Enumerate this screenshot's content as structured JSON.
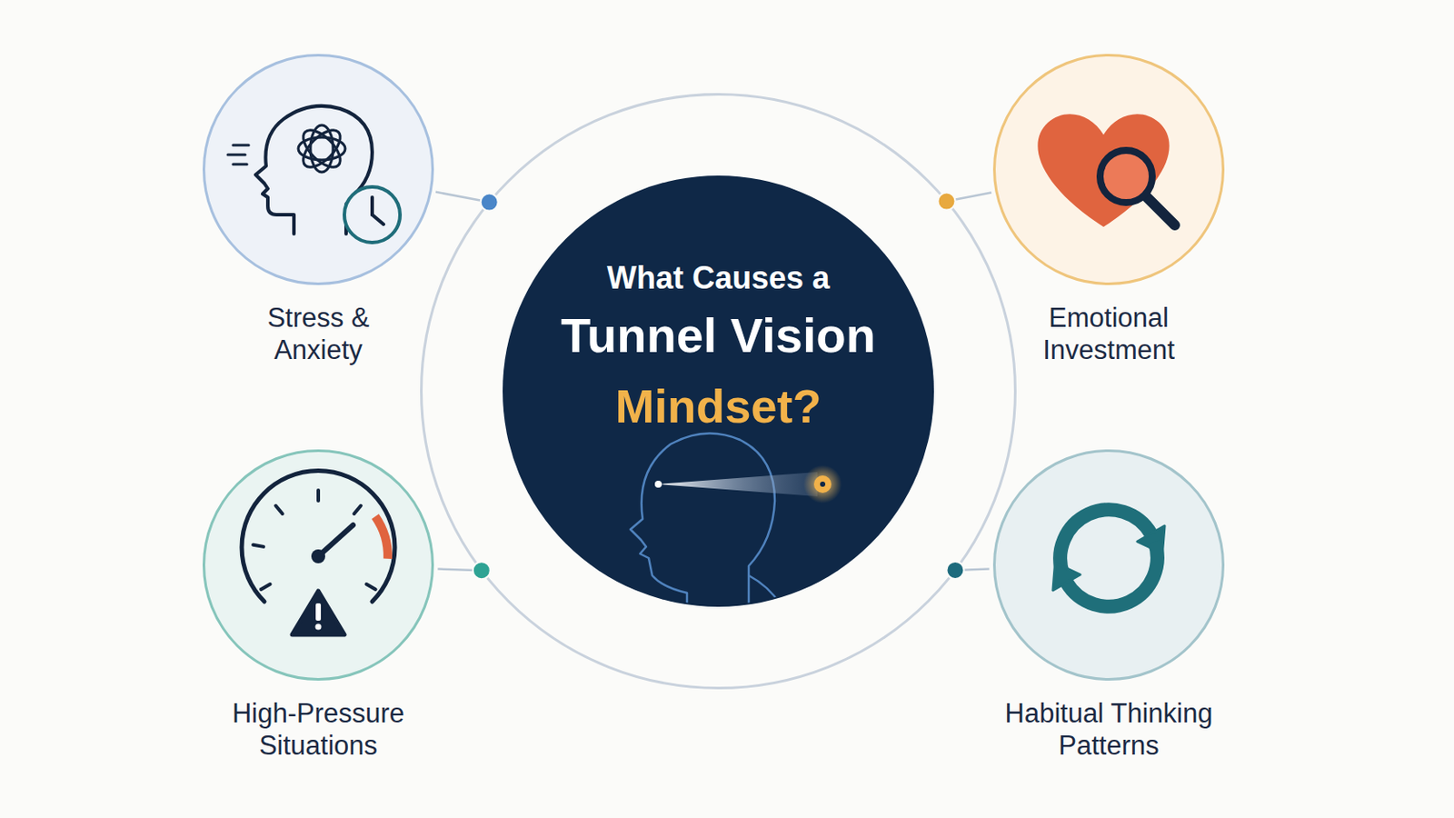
{
  "diagram": {
    "nodes": [
      {
        "text": [
          "What Causes a",
          "Tunnel Vision",
          "Mindset?"
        ]
      },
      {
        "text": [
          "Stress & Anxiety"
        ]
      },
      {
        "text": [
          "Emotional Investment"
        ]
      },
      {
        "text": [
          "High-Pressure Situations"
        ]
      },
      {
        "text": [
          "Habitual Thinking Patterns"
        ]
      }
    ],
    "edges": [
      {
        "from": 1,
        "to": 0,
        "arrow": "none"
      },
      {
        "from": 2,
        "to": 0,
        "arrow": "none"
      },
      {
        "from": 3,
        "to": 0,
        "arrow": "none"
      },
      {
        "from": 4,
        "to": 0,
        "arrow": "none"
      }
    ]
  }
}
